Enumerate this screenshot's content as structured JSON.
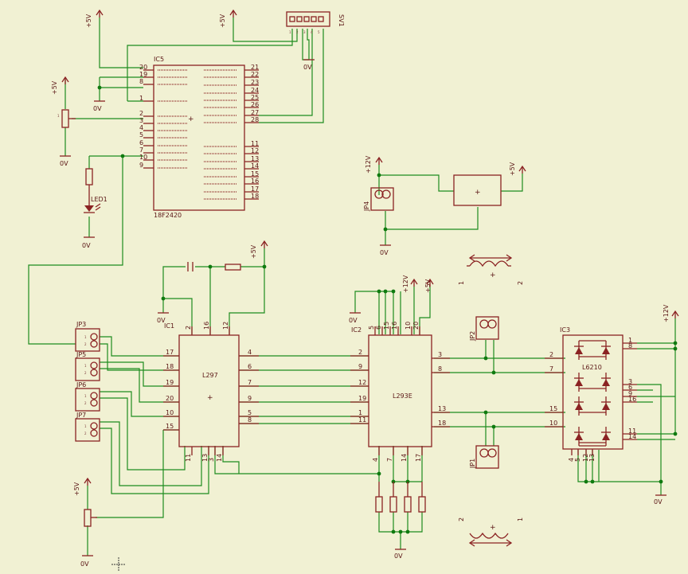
{
  "labels": {
    "ic5": "IC5",
    "ic5_part": "18F2420",
    "ic1": "IC1",
    "ic1_part": "L297",
    "ic2": "IC2",
    "ic2_part": "L293E",
    "ic3": "IC3",
    "ic3_part": "L6210",
    "led1": "LED1",
    "sv1": "SV1",
    "jp1": "JP1",
    "jp2": "JP2",
    "jp3": "JP3",
    "jp4": "JP4",
    "jp5": "JP5",
    "jp6": "JP6",
    "jp7": "JP7"
  },
  "supplies": {
    "v5": "+5V",
    "v12": "+12V",
    "gnd": "0V"
  },
  "ic5_pins": {
    "left": [
      "20",
      "19",
      "8",
      "1",
      "2",
      "3",
      "4",
      "5",
      "6",
      "7",
      "10",
      "9"
    ],
    "right": [
      "21",
      "22",
      "23",
      "24",
      "25",
      "26",
      "27",
      "28",
      "11",
      "12",
      "13",
      "14",
      "15",
      "16",
      "17",
      "18"
    ]
  },
  "ic1_pins": {
    "top": [
      "2",
      "16",
      "12"
    ],
    "left": [
      "17",
      "18",
      "19",
      "20",
      "10",
      "15"
    ],
    "right": [
      "4",
      "6",
      "7",
      "9",
      "5",
      "8"
    ],
    "bottom": [
      "11",
      "13",
      "3",
      "14"
    ]
  },
  "ic2_pins": {
    "top": [
      "5",
      "6",
      "15",
      "16",
      "10",
      "20"
    ],
    "left": [
      "2",
      "9",
      "12",
      "19",
      "1",
      "11"
    ],
    "right": [
      "3",
      "8",
      "13",
      "18"
    ],
    "bottom": [
      "4",
      "7",
      "14",
      "17"
    ]
  },
  "ic3_pins": {
    "right": [
      "1",
      "8",
      "3",
      "6",
      "9",
      "16",
      "11",
      "14"
    ],
    "left": [
      "2",
      "7",
      "15",
      "10"
    ],
    "bottom": [
      "4",
      "5",
      "12",
      "13"
    ]
  },
  "jumper_pins": [
    "1",
    "2"
  ],
  "motor_pins": [
    "1",
    "2"
  ],
  "sv1_pins": [
    "1",
    "2",
    "3",
    "4",
    "5"
  ]
}
